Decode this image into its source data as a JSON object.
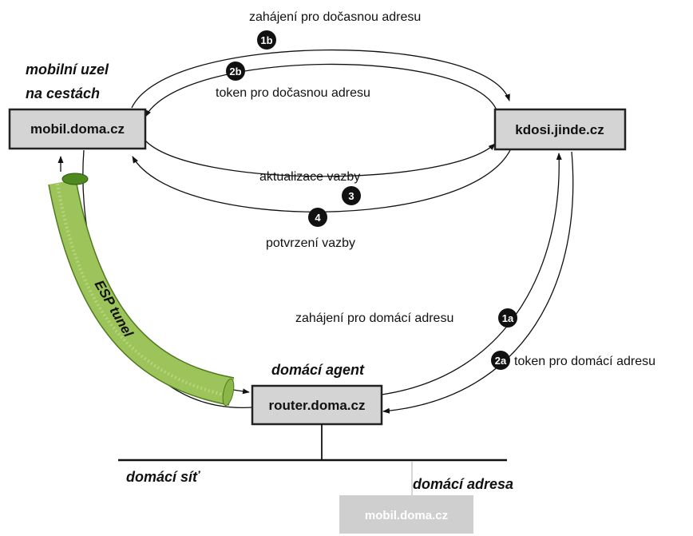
{
  "nodes": {
    "mobile": "mobil.doma.cz",
    "remote": "kdosi.jinde.cz",
    "router": "router.doma.cz",
    "home_address_box": "mobil.doma.cz"
  },
  "roles": {
    "mobile_line1": "mobilní uzel",
    "mobile_line2": "na cestách",
    "home_agent": "domácí agent",
    "home_network": "domácí síť",
    "home_address": "domácí adresa"
  },
  "tunnel": "ESP tunel",
  "messages": {
    "m1b": {
      "badge": "1b",
      "text": "zahájení pro dočasnou adresu"
    },
    "m2b": {
      "badge": "2b",
      "text": "token pro dočasnou adresu"
    },
    "m3": {
      "badge": "3",
      "text": "aktualizace vazby"
    },
    "m4": {
      "badge": "4",
      "text": "potvrzení vazby"
    },
    "m1a": {
      "badge": "1a",
      "text": "zahájení pro domácí adresu"
    },
    "m2a": {
      "badge": "2a",
      "text": "token pro domácí adresu"
    }
  },
  "colors": {
    "box_fill": "#d4d4d4",
    "box_border": "#222222",
    "tunnel_fill": "#9dc45a",
    "tunnel_dark": "#6a9a2c",
    "ghost_fill": "#cfcfcf"
  }
}
